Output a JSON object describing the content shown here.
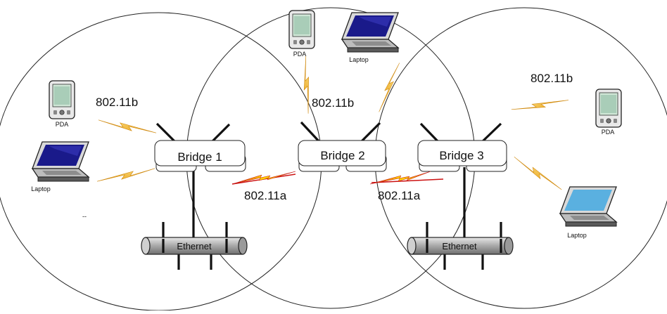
{
  "diagram": {
    "bridges": [
      {
        "label": "Bridge 1"
      },
      {
        "label": "Bridge 2"
      },
      {
        "label": "Bridge 3"
      }
    ],
    "links": {
      "b_left": "802.11b",
      "b_middle": "802.11b",
      "b_right": "802.11b",
      "a_left": "802.11a",
      "a_right": "802.11a"
    },
    "ethernet": [
      "Ethernet",
      "Ethernet"
    ],
    "devices": {
      "pda_left": "PDA",
      "laptop_left": "Laptop",
      "pda_top": "PDA",
      "laptop_top": "Laptop",
      "pda_right": "PDA",
      "laptop_right": "Laptop"
    },
    "stray_mark": "--",
    "colors": {
      "lightning": "#f0a020",
      "lightning_a": "#f5c400",
      "screen_blue": "#1a1a8a",
      "screen_cyan": "#5ab0e0",
      "pda_screen": "#cfe6d6",
      "a_line": "#cc1111",
      "ethernet_pipe": "#b8b8b8"
    }
  }
}
